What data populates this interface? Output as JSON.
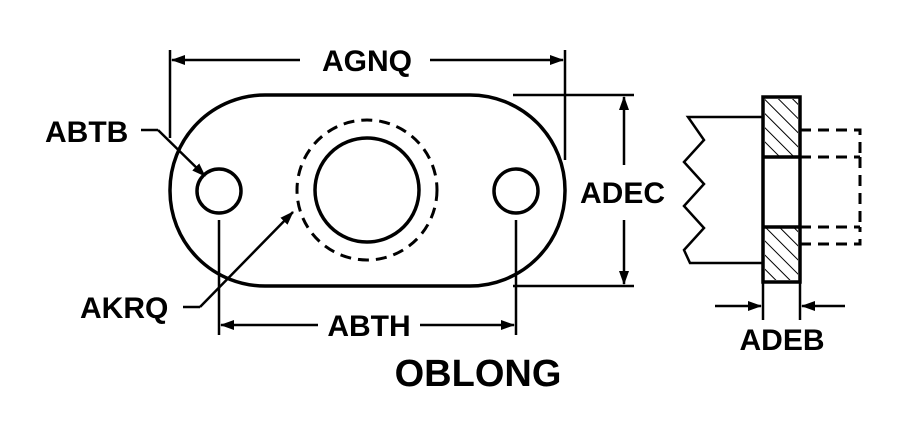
{
  "labels": {
    "overall_length": "AGNQ",
    "hole_diameter": "ABTB",
    "overall_width": "ADEC",
    "center_bore": "AKRQ",
    "hole_spacing": "ABTH",
    "thickness": "ADEB"
  },
  "title": "OBLONG"
}
